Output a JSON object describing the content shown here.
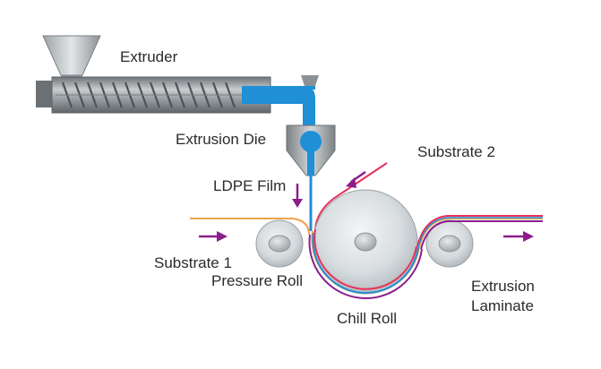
{
  "labels": {
    "extruder": "Extruder",
    "extrusion_die": "Extrusion Die",
    "substrate_2": "Substrate 2",
    "ldpe_film": "LDPE Film",
    "substrate_1": "Substrate 1",
    "pressure_roll": "Pressure Roll",
    "chill_roll": "Chill Roll",
    "extrusion_laminate_line1": "Extrusion",
    "extrusion_laminate_line2": "Laminate"
  },
  "colors": {
    "melt_blue": "#1f8fd6",
    "substrate_1_orange": "#f2a24a",
    "substrate_2_red": "#e8305a",
    "laminate_purple": "#8a1e8c",
    "flow_arrow": "#8a1e8c",
    "metal_gray": "#8f9498"
  }
}
